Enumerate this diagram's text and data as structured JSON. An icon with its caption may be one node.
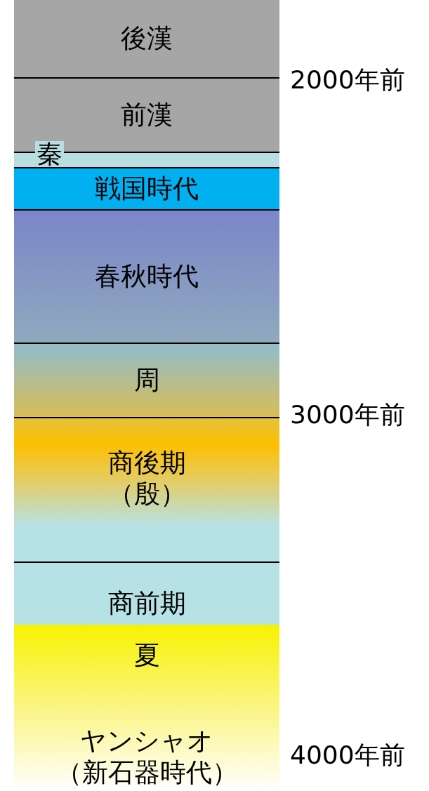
{
  "diagram": {
    "nodes": [
      {
        "text": [
          "後漢"
        ]
      },
      {
        "text": [
          "前漢"
        ]
      },
      {
        "text": [
          "秦"
        ]
      },
      {
        "text": [
          "戦国時代"
        ]
      },
      {
        "text": [
          "春秋時代"
        ]
      },
      {
        "text": [
          "周"
        ]
      },
      {
        "text": [
          "商後期（殷）"
        ]
      },
      {
        "text": [
          "商前期"
        ]
      },
      {
        "text": [
          "夏",
          "ヤンシャオ（新石器時代）"
        ]
      }
    ],
    "labels": [
      "2000年前",
      "3000年前",
      "4000年前"
    ]
  }
}
